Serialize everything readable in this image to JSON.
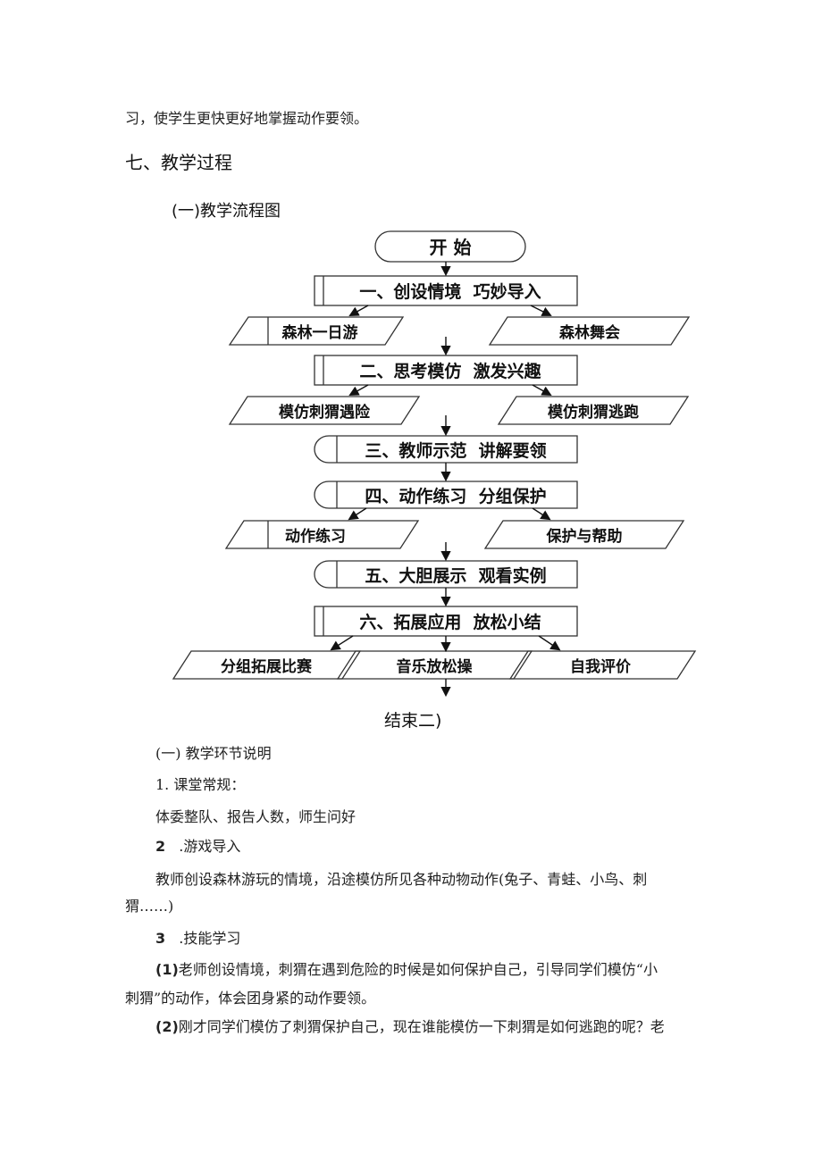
{
  "doc": {
    "line_intro": "习，使学生更快更好地掌握动作要领。",
    "section_title": "七、教学过程",
    "flowchart_title": "(一)教学流程图",
    "flowchart": {
      "start": "开 始",
      "step1": "一、创设情境  巧妙导入",
      "step1_a": "森林一日游",
      "step1_b": "森林舞会",
      "step2": "二、思考模仿  激发兴趣",
      "step2_a": "模仿刺猬遇险",
      "step2_b": "模仿刺猬逃跑",
      "step3": "三、教师示范  讲解要领",
      "step4": "四、动作练习  分组保护",
      "step4_a": "动作练习",
      "step4_b": "保护与帮助",
      "step5": "五、大胆展示  观看实例",
      "step6": "六、拓展应用  放松小结",
      "step6_a": "分组拓展比赛",
      "step6_b": "音乐放松操",
      "step6_c": "自我评价",
      "end": "结束二)"
    },
    "explain_title": "(一) 教学环节说明",
    "item1_title": "1. 课堂常规：",
    "item1_text": "体委整队、报告人数，师生问好",
    "item2_num": "2",
    "item2_title": ".游戏导入",
    "item2_text_1": "教师创设森林游玩的情境，沿途模仿所见各种动物动作(兔子、青蛙、小鸟、刺",
    "item2_text_2": "猬……)",
    "item3_num": "3",
    "item3_title": ".技能学习",
    "p1_num": "(1)",
    "p1_text_1": "老师创设情境，刺猬在遇到危险的时候是如何保护自己，引导同学们模仿“小",
    "p1_text_2": "刺猬”的动作，体会团身紧的动作要领。",
    "p2_num": "(2)",
    "p2_text_1": "刚才同学们模仿了刺猬保护自己，现在谁能模仿一下刺猬是如何逃跑的呢？老"
  }
}
